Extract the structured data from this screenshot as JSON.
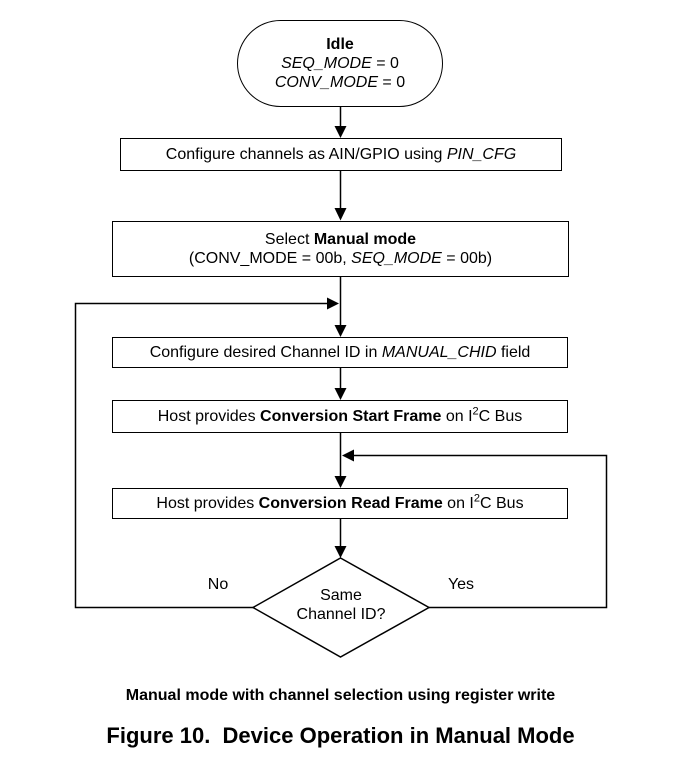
{
  "figure": {
    "subcaption": "Manual mode with channel selection using register write",
    "title": "Figure 10.  Device Operation in Manual Mode"
  },
  "nodes": {
    "idle": {
      "title": "Idle",
      "seq_var": "SEQ_MODE",
      "seq_eq": " = 0",
      "conv_var": "CONV_MODE",
      "conv_eq": " = 0"
    },
    "configure_channels": {
      "pre": "Configure channels as AIN/GPIO using ",
      "reg": "PIN_CFG"
    },
    "select_manual": {
      "line1_pre": "Select ",
      "line1_bold": "Manual mode",
      "line2_pre": "(CONV_MODE = 00b, ",
      "line2_reg": "SEQ_MODE",
      "line2_post": " = 00b)"
    },
    "configure_chid": {
      "pre": "Configure desired Channel ID in ",
      "reg": "MANUAL_CHID",
      "post": " field"
    },
    "start_frame": {
      "pre": "Host provides ",
      "bold": "Conversion Start Frame",
      "mid": " on I",
      "sup": "2",
      "post": "C Bus"
    },
    "read_frame": {
      "pre": "Host provides ",
      "bold": "Conversion Read Frame",
      "mid": " on I",
      "sup": "2",
      "post": "C Bus"
    },
    "decision": {
      "line1": "Same",
      "line2": "Channel ID?"
    }
  },
  "edges": {
    "no_label": "No",
    "yes_label": "Yes"
  },
  "colors": {
    "line": "#000000",
    "background": "#ffffff",
    "text": "#000000"
  }
}
